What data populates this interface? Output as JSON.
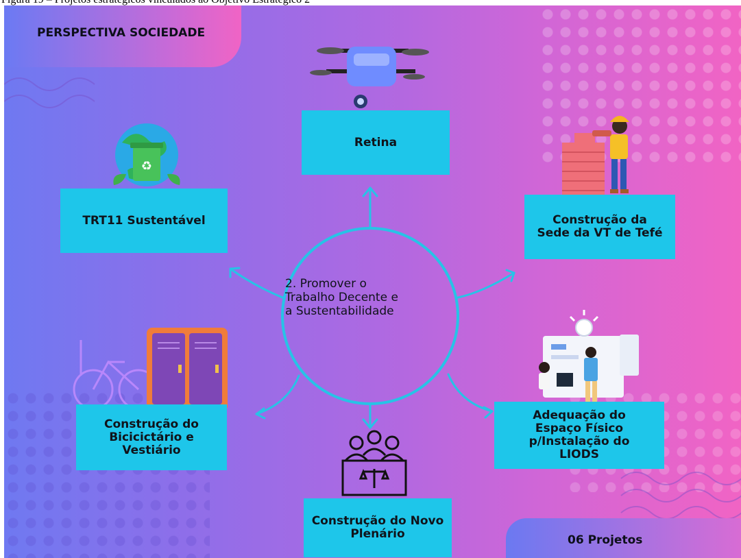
{
  "caption": "Figura 19 – Projetos estratégicos vinculados ao Objetivo Estratégico 2",
  "header": {
    "title": "PERSPECTIVA SOCIEDADE"
  },
  "center": {
    "label": "2. Promover o\nTrabalho Decente e\na Sustentabilidade"
  },
  "projects": [
    {
      "id": "retina",
      "label": "Retina",
      "icon": "drone-icon"
    },
    {
      "id": "trt11",
      "label": "TRT11 Sustentável",
      "icon": "recycling-globe-icon"
    },
    {
      "id": "tefe",
      "label": "Construção da\nSede da VT de Tefé",
      "icon": "construction-worker-icon"
    },
    {
      "id": "bici",
      "label": "Construção do\nBicicictário e\nVestiário",
      "icon": "bicycle-lockers-icon"
    },
    {
      "id": "plenario",
      "label": "Construção do Novo\nPlenário",
      "icon": "court-assembly-icon"
    },
    {
      "id": "liods",
      "label": "Adequação do\nEspaço Físico\np/Instalação do\nLIODS",
      "icon": "office-team-icon"
    }
  ],
  "footer": {
    "count": "06 Projetos"
  },
  "colors": {
    "box": "#1ec6ea",
    "lines": "#27c3e6",
    "text": "#10131a"
  }
}
